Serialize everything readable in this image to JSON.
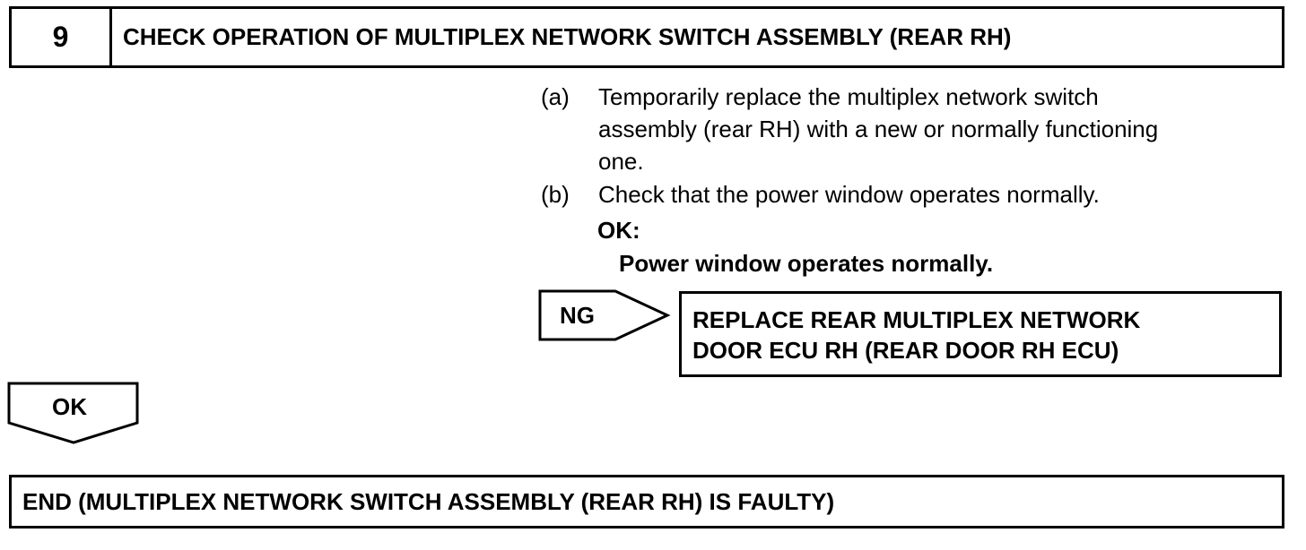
{
  "step": {
    "number": "9",
    "title": "CHECK OPERATION OF MULTIPLEX NETWORK SWITCH ASSEMBLY (REAR RH)"
  },
  "instructions": [
    {
      "letter": "(a)",
      "lines": [
        "Temporarily replace the multiplex network switch",
        "assembly (rear RH) with a new or normally functioning",
        "one."
      ]
    },
    {
      "letter": "(b)",
      "lines": [
        "Check that the power window operates normally."
      ]
    }
  ],
  "criteria": {
    "label": "OK:",
    "text": "Power window operates normally."
  },
  "ng_branch": {
    "label": "NG",
    "result_lines": [
      "REPLACE REAR MULTIPLEX NETWORK",
      "DOOR ECU RH (REAR DOOR RH ECU)"
    ]
  },
  "ok_branch": {
    "label": "OK"
  },
  "end": {
    "text": "END (MULTIPLEX NETWORK SWITCH ASSEMBLY (REAR RH) IS FAULTY)"
  }
}
